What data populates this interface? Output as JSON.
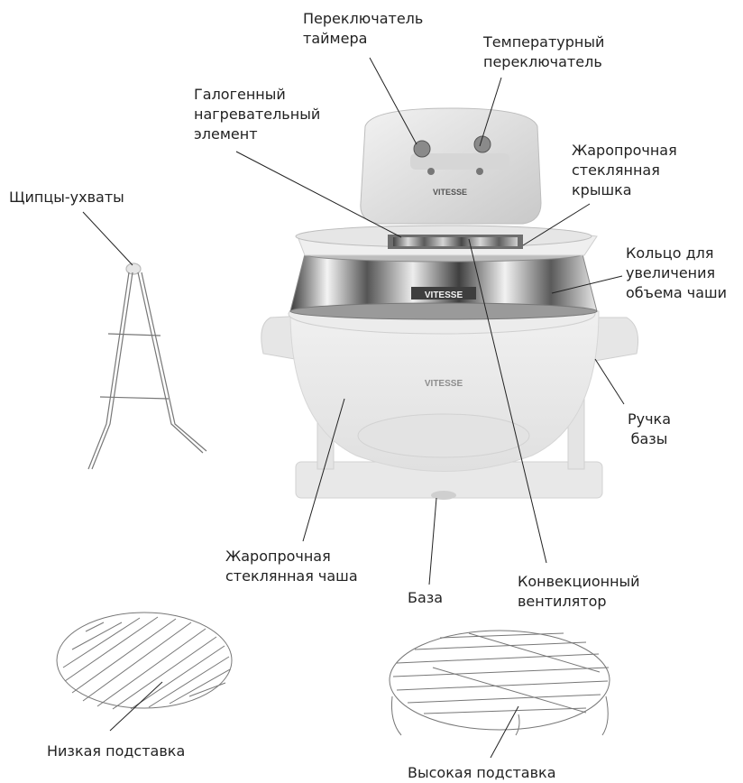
{
  "labels": {
    "timer_switch": "Переключатель\nтаймера",
    "temperature_switch": "Температурный\nпереключатель",
    "halogen_element": "Галогенный\nнагревательный\nэлемент",
    "glass_lid": "Жаропрочная\nстеклянная\nкрышка",
    "tongs": "Щипцы-ухваты",
    "extension_ring": "Кольцо для\nувеличения\nобъема чаши",
    "base_handle": "Ручка\nбазы",
    "glass_bowl": "Жаропрочная\nстеклянная чаша",
    "base": "База",
    "convection_fan": "Конвекционный\nвентилятор",
    "low_rack": "Низкая подставка",
    "high_rack": "Высокая подставка"
  },
  "brand": "VITESSE",
  "colors": {
    "line": "#222222",
    "appliance_light": "#e6e6e6",
    "appliance_mid": "#cfcfcf",
    "chrome_dark": "#4a4a4a",
    "wire": "#666666"
  }
}
